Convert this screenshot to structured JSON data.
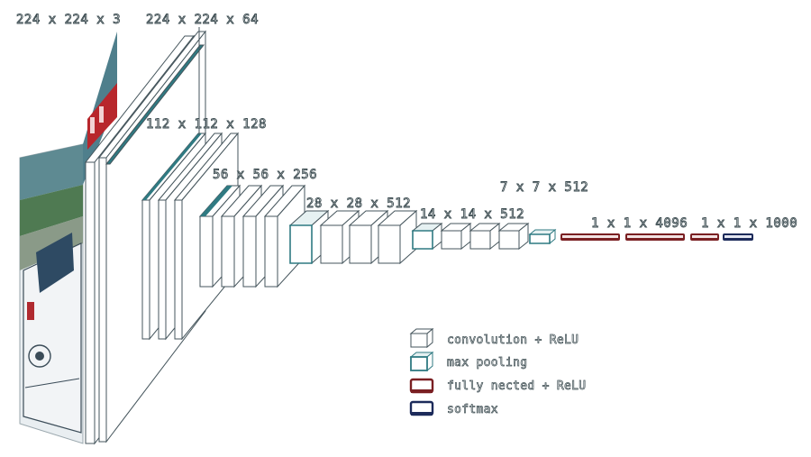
{
  "colors": {
    "convolution": "#ffffff",
    "convolution_edge": "#3a5560",
    "max_pooling": "#2f7a82",
    "fully_connected": "#7a1f22",
    "softmax": "#1c2a5a"
  },
  "labels": {
    "input": "224 x 224 x 3",
    "block1": "224 x 224 x 64",
    "block2": "112 x 112 x 128",
    "block3": "56 x 56 x 256",
    "block4": "28 x 28 x 512",
    "block5": "14 x 14 x 512",
    "pool5": "7 x 7 x 512",
    "fc": "1 x 1 x 4096",
    "out": "1 x 1 x 1000"
  },
  "legend": [
    {
      "label": "convolution + ReLU",
      "kind": "convolution",
      "icon": "white-block-icon"
    },
    {
      "label": "max pooling",
      "kind": "max_pooling",
      "icon": "teal-block-icon"
    },
    {
      "label": "fully nected + ReLU",
      "kind": "fully_connected",
      "icon": "dark-red-block-icon"
    },
    {
      "label": "softmax",
      "kind": "softmax",
      "icon": "navy-block-icon"
    }
  ]
}
